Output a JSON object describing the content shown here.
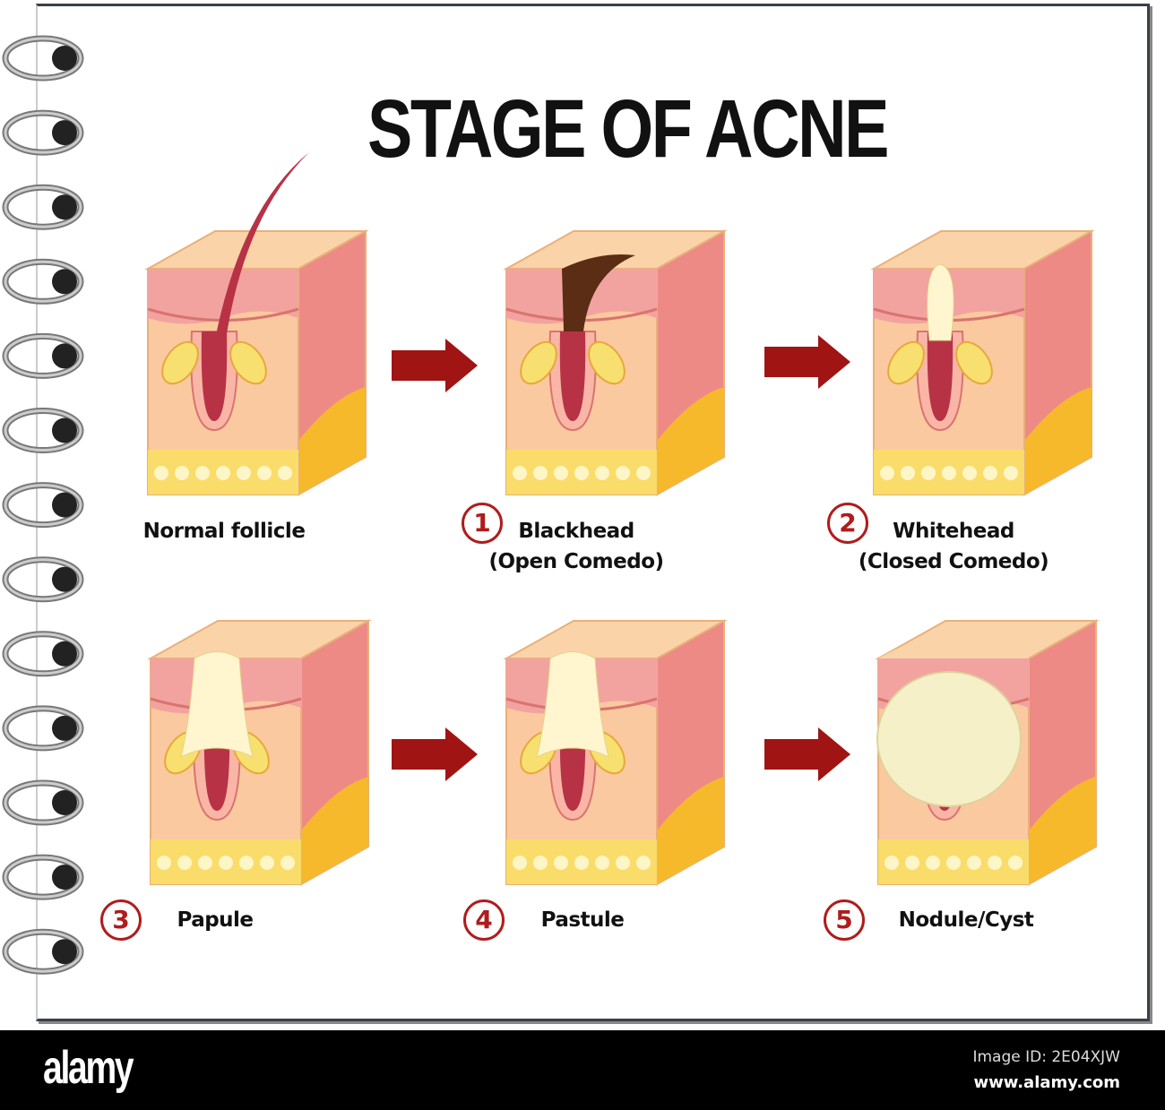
{
  "title": "STAGE OF ACNE",
  "stages": [
    {
      "number": "",
      "label": "Normal follicle",
      "sublabel": "",
      "type": "normal"
    },
    {
      "number": "1",
      "label": "Blackhead",
      "sublabel": "(Open Comedo)",
      "type": "blackhead"
    },
    {
      "number": "2",
      "label": "Whitehead",
      "sublabel": "(Closed Comedo)",
      "type": "whitehead"
    },
    {
      "number": "3",
      "label": "Papule",
      "sublabel": "",
      "type": "papule"
    },
    {
      "number": "4",
      "label": "Pastule",
      "sublabel": "",
      "type": "pustule"
    },
    {
      "number": "5",
      "label": "Nodule/Cyst",
      "sublabel": "",
      "type": "nodule"
    }
  ],
  "colors": {
    "arrow": "#a01414",
    "number": "#b01c1c",
    "skin": "#f4a6a0",
    "fat": "#f7d23c",
    "hair": "#b83246"
  },
  "watermark": {
    "logo": "alamy",
    "image_id": "Image ID: 2E04XJW",
    "site": "www.alamy.com"
  }
}
